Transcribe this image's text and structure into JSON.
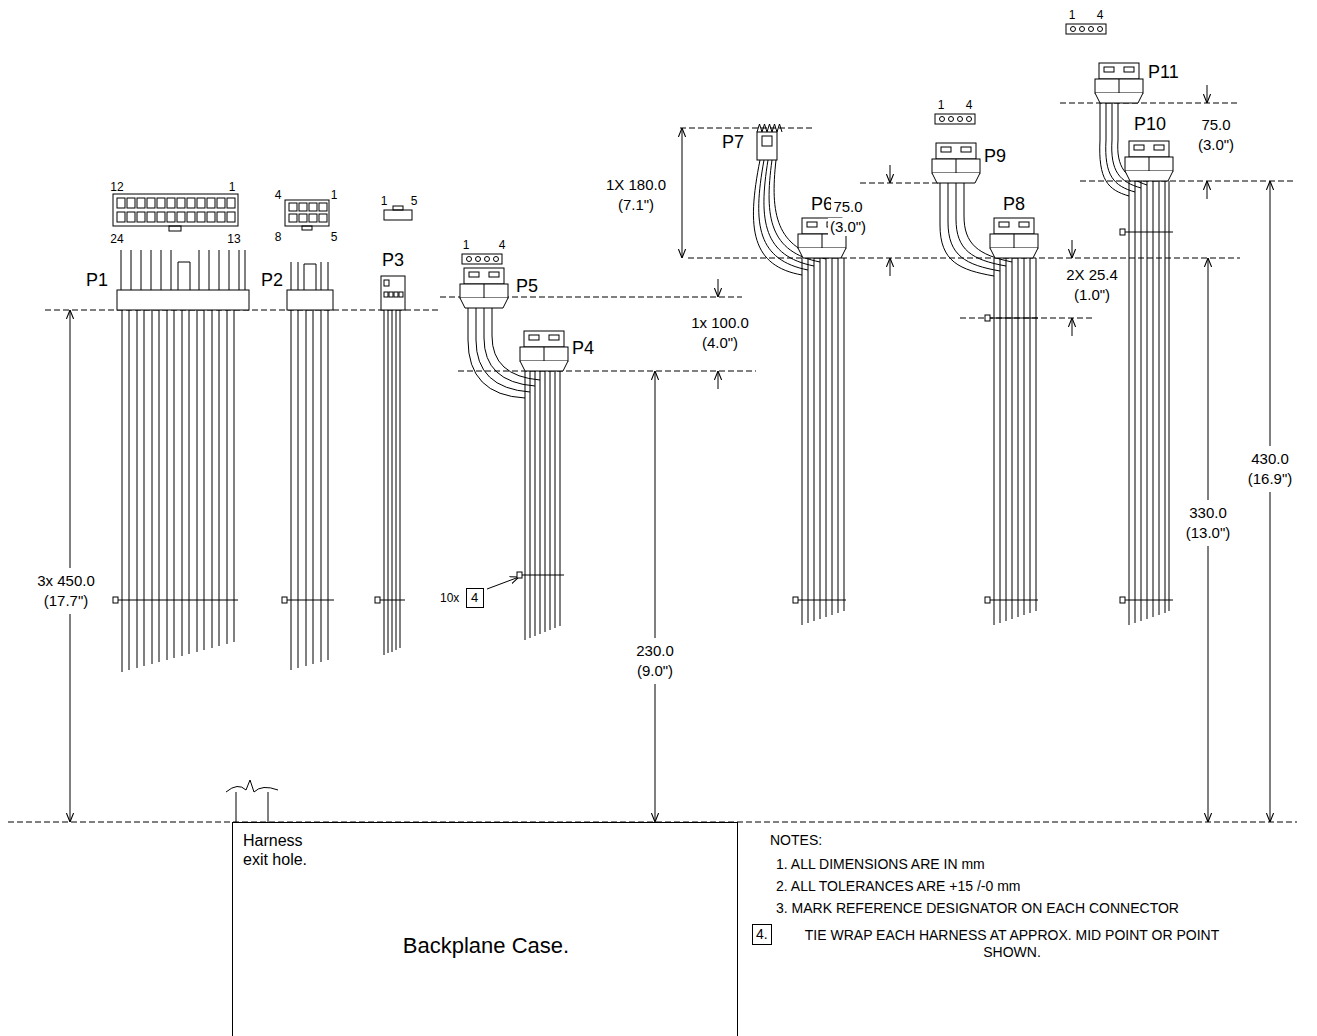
{
  "diagram": {
    "nodes": [
      {
        "text": [
          "4"
        ]
      },
      {
        "text": [
          "Harness exit hole.",
          "Backplane Case."
        ]
      },
      {
        "text": [
          "4."
        ]
      }
    ],
    "labels": [
      "12",
      "1",
      "24",
      "13",
      "P1",
      "4",
      "1",
      "8",
      "5",
      "P2",
      "1",
      "5",
      "P3",
      "1",
      "4",
      "P5",
      "P4",
      "1x 100.0",
      "(4.0\")",
      "10x",
      "230.0",
      "(9.0\")",
      "3x 450.0",
      "(17.7\")",
      "P7",
      "1X 180.0",
      "(7.1\")",
      "P6",
      "1",
      "4",
      "75.0",
      "(3.0\")",
      "P9",
      "P8",
      "2X 25.4",
      "(1.0\")",
      "1",
      "4",
      "P11",
      "P10",
      "75.0",
      "(3.0\")",
      "330.0",
      "(13.0\")",
      "430.0",
      "(16.9\")",
      "NOTES:",
      "1. ALL DIMENSIONS ARE IN mm",
      "2. ALL TOLERANCES ARE +15 /-0 mm",
      "3. MARK REFERENCE DESIGNATOR ON EACH CONNECTOR",
      "TIE WRAP EACH HARNESS AT APPROX. MID POINT OR POINT SHOWN."
    ]
  }
}
